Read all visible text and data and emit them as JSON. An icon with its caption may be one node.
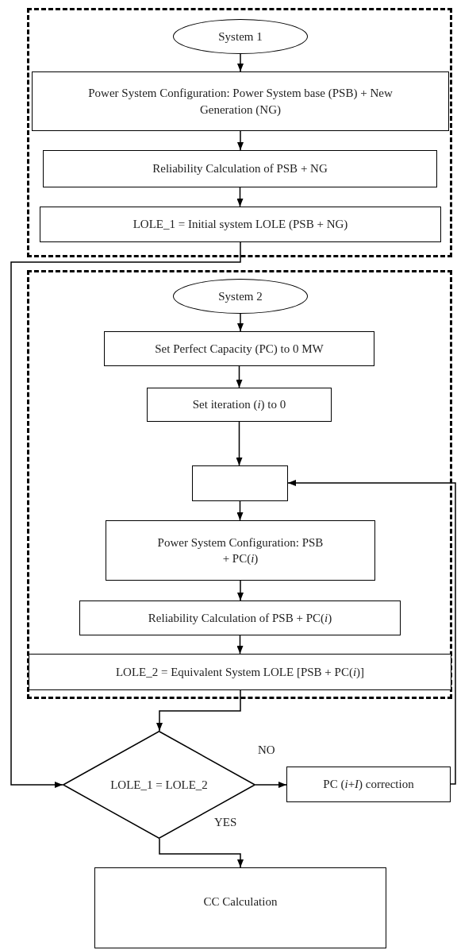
{
  "diagram": {
    "nodes": [
      {
        "text": [],
        "shape": "box"
      },
      {
        "text": [
          "System 1"
        ],
        "in": 0
      },
      {
        "text": [
          "Power System Configuration: Power System base (PSB) + New Generation (NG)"
        ],
        "in": 0
      },
      {
        "text": [
          "Reliability Calculation of PSB + NG"
        ],
        "in": 0
      },
      {
        "text": [
          "LOLE_1 = Initial system LOLE (PSB + NG)"
        ],
        "in": 0
      },
      {
        "text": [],
        "shape": "box"
      },
      {
        "text": [
          "System 2"
        ],
        "in": 5
      },
      {
        "text": [
          "Set Perfect Capacity (PC) to 0 MW"
        ],
        "in": 5
      },
      {
        "text": [
          "Set iteration (*i*) to 0"
        ],
        "in": 5
      },
      {
        "text": [],
        "shape": "box",
        "in": 5
      },
      {
        "text": [
          "Power System Configuration: PSB + PC(*i*)"
        ],
        "in": 5
      },
      {
        "text": [
          "Reliability Calculation of PSB + PC(*i*)"
        ],
        "in": 5
      },
      {
        "text": [
          "LOLE_2 = Equivalent System LOLE [PSB + PC(*i*)]"
        ],
        "in": 5
      },
      {
        "text": [
          "LOLE_1 = LOLE_2"
        ]
      },
      {
        "text": [
          "PC (*i*+*I*) correction"
        ]
      },
      {
        "text": [
          "CC Calculation"
        ]
      }
    ],
    "edges": [
      {
        "from": 1,
        "to": 2,
        "arrow": "to"
      },
      {
        "from": 2,
        "to": 3,
        "arrow": "to"
      },
      {
        "from": 3,
        "to": 4,
        "arrow": "to"
      },
      {
        "from": 4,
        "to": 13,
        "arrow": "to"
      },
      {
        "from": 6,
        "to": 7,
        "arrow": "to"
      },
      {
        "from": 7,
        "to": 8,
        "arrow": "to"
      },
      {
        "from": 8,
        "to": 9,
        "arrow": "to"
      },
      {
        "from": 9,
        "to": 10,
        "arrow": "to"
      },
      {
        "from": 10,
        "to": 11,
        "arrow": "to"
      },
      {
        "from": 11,
        "to": 12,
        "arrow": "to"
      },
      {
        "from": 12,
        "to": 13,
        "arrow": "to"
      },
      {
        "from": 13,
        "to": 14,
        "arrow": "to",
        "label": "NO"
      },
      {
        "from": 14,
        "to": 9,
        "arrow": "to"
      },
      {
        "from": 13,
        "to": 15,
        "arrow": "to",
        "label": "YES"
      }
    ]
  }
}
